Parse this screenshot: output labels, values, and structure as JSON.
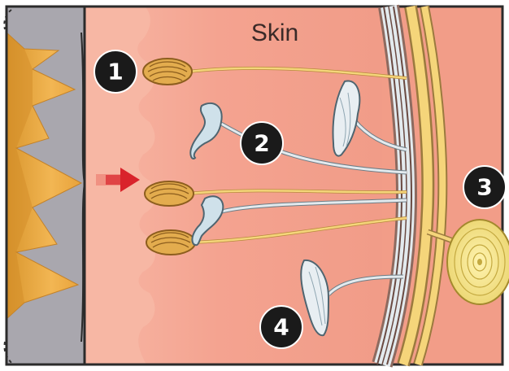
{
  "diagram": {
    "title": "Skin",
    "markers": [
      {
        "id": "marker-1",
        "number": "1"
      },
      {
        "id": "marker-2",
        "number": "2"
      },
      {
        "id": "marker-3",
        "number": "3"
      },
      {
        "id": "marker-4",
        "number": "4"
      }
    ],
    "colors": {
      "skin": "#f4a793",
      "epidermis": "#f8b9a6",
      "object": "#a8a6ad",
      "object_outline": "#2c2c2c",
      "texture": "#f0b351",
      "nerve_yellow": "#f6d77a",
      "nerve_white": "#dfe8ee",
      "arrow": "#d9232b",
      "marker_fill": "#1a1a1a"
    }
  }
}
